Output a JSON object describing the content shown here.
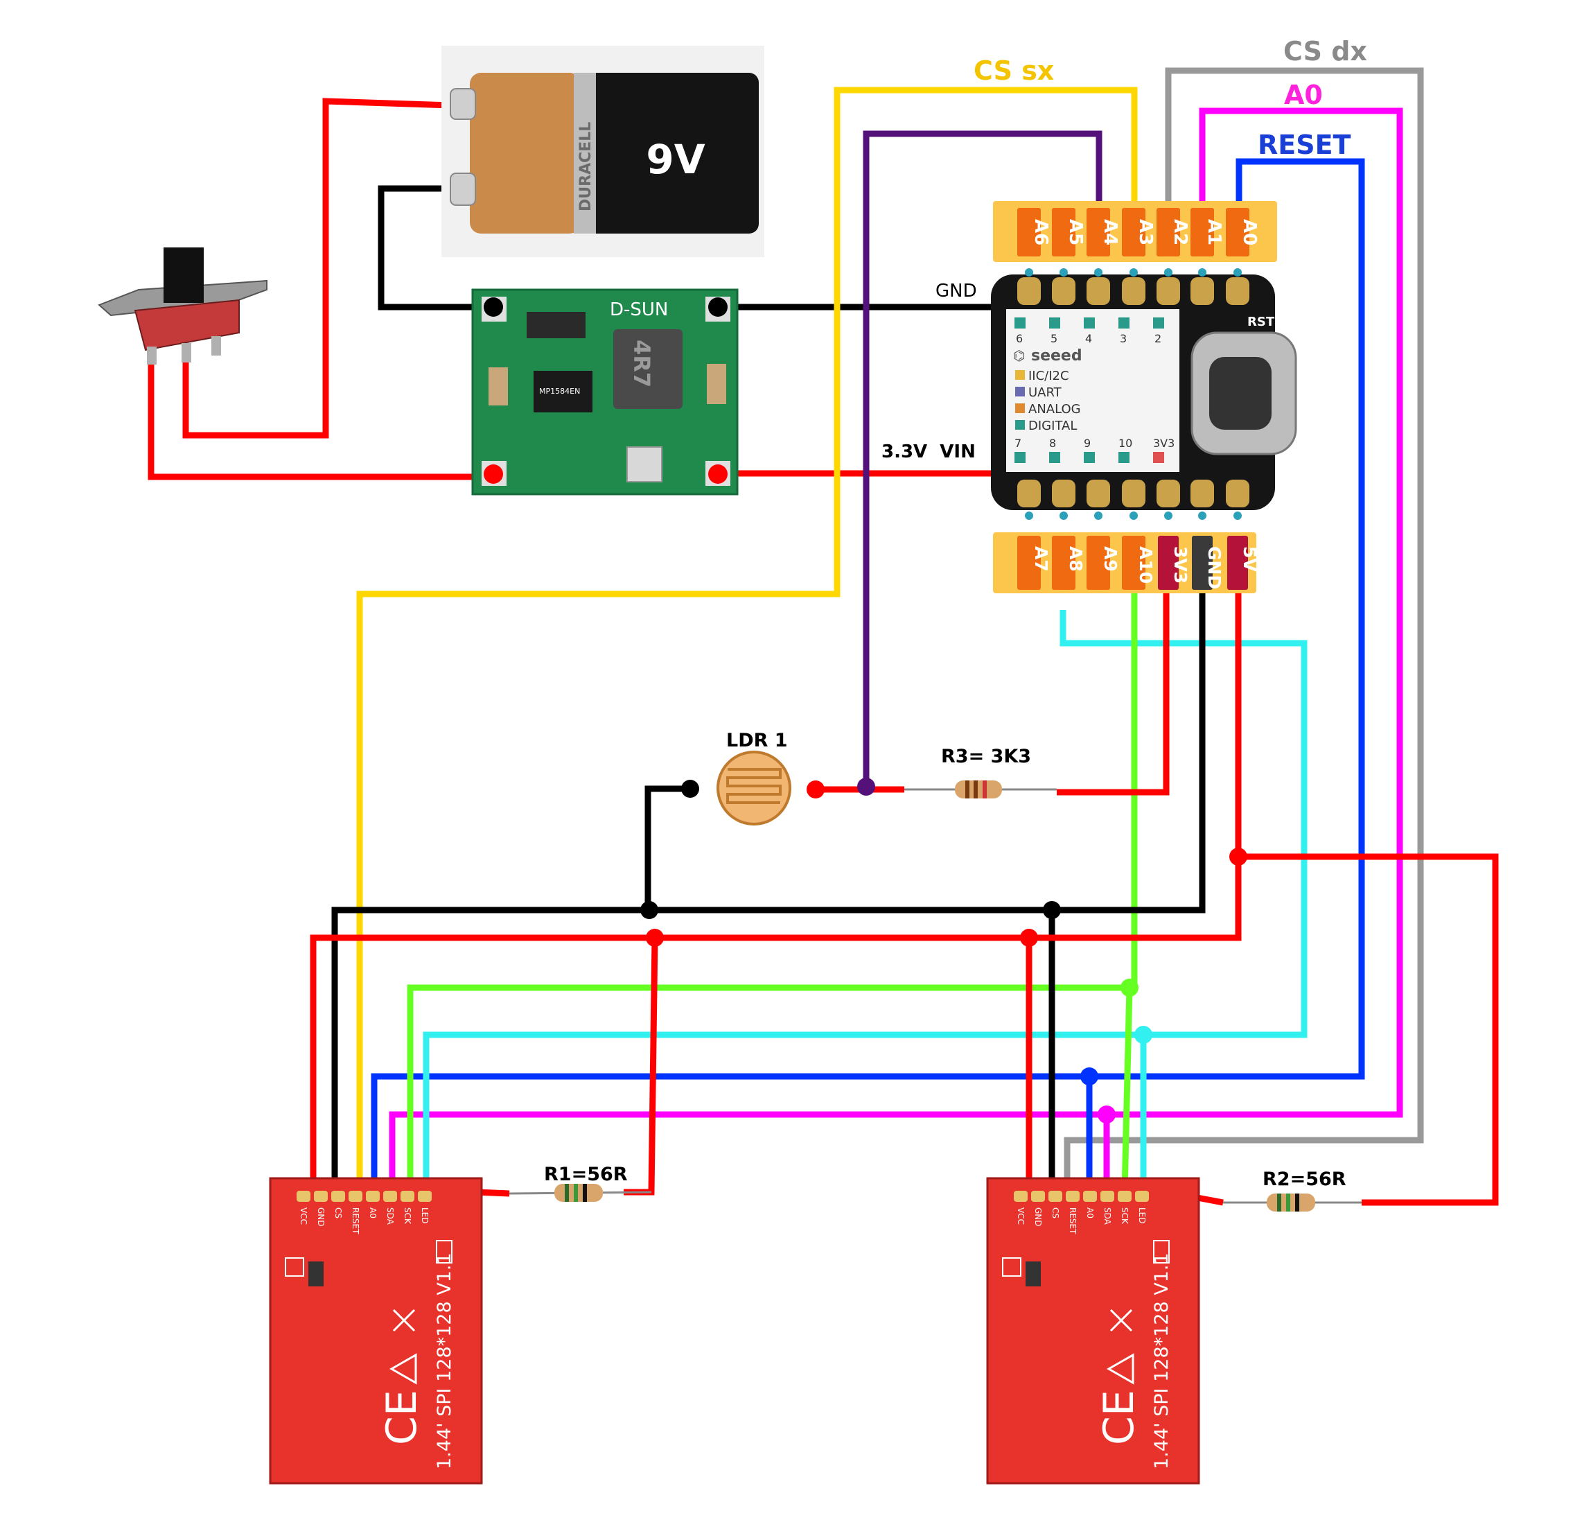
{
  "battery": {
    "voltage_label": "9V",
    "brand_label": "DURACELL"
  },
  "converter": {
    "brand_label": "D-SUN",
    "inductor_label": "4R7",
    "ic_label": "MP1584EN"
  },
  "board": {
    "brand_label": "seeed",
    "rst_label": "RST",
    "legend": [
      "IIC/I2C",
      "UART",
      "ANALOG",
      "DIGITAL"
    ],
    "top_numbers": [
      "6",
      "5",
      "4",
      "3",
      "2"
    ],
    "bottom_numbers": [
      "7",
      "8",
      "9",
      "10",
      "3V3"
    ],
    "top_pins": [
      "A6",
      "A5",
      "A4",
      "A3",
      "A2",
      "A1",
      "A0"
    ],
    "bottom_pins": [
      "A7",
      "A8",
      "A9",
      "A10",
      "3V3",
      "GND",
      "5V"
    ]
  },
  "labels": {
    "cs_sx": "CS sx",
    "cs_dx": "CS dx",
    "a0": "A0",
    "reset": "RESET",
    "gnd": "GND",
    "vin": "3.3V  VIN",
    "ldr": "LDR 1",
    "r3": "R3= 3K3",
    "r1": "R1=56R",
    "r2": "R2=56R"
  },
  "display": {
    "pins": [
      "VCC",
      "GND",
      "CS",
      "RESET",
      "A0",
      "SDA",
      "SCK",
      "LED"
    ],
    "model_text": "1.44' SPI 128*128 V1.1",
    "ce_mark": "CE"
  },
  "colors": {
    "red": "#ff0000",
    "black": "#000000",
    "yellow": "#ffd700",
    "purple": "#55117a",
    "gray": "#999999",
    "magenta": "#ff00ff",
    "blue": "#0033ff",
    "cyan": "#33f0f0",
    "green": "#66ff22",
    "label_yellow": "#f5c400",
    "label_gray": "#8a8a8a",
    "label_magenta": "#ff22dd",
    "label_blue": "#1a3fd6",
    "pin_orange": "#ef6a10",
    "pin_maroon": "#b5123a",
    "pin_gray": "#3a3a3a",
    "pin_band": "#fcc64c",
    "pcb_green": "#1f8a4c",
    "tft_red": "#e8322c"
  }
}
